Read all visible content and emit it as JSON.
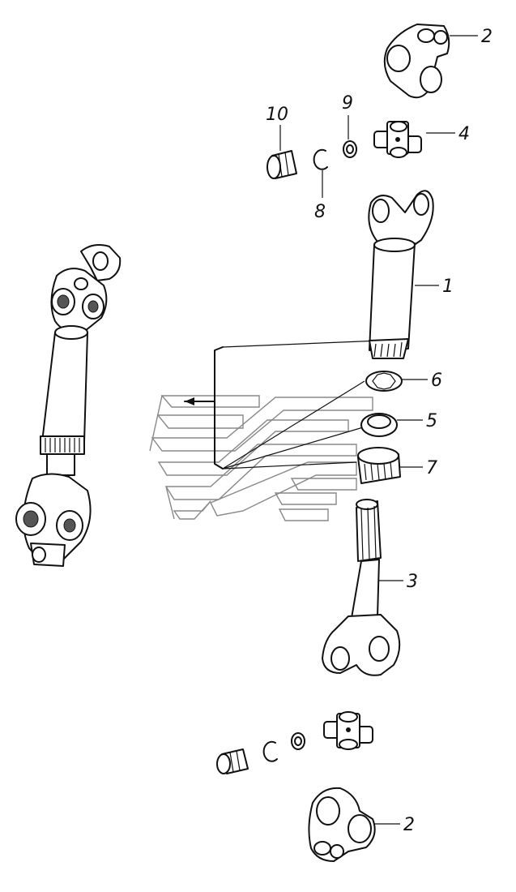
{
  "callouts": [
    {
      "id": "2a",
      "label": "2"
    },
    {
      "id": "10",
      "label": "10"
    },
    {
      "id": "9",
      "label": "9"
    },
    {
      "id": "4",
      "label": "4"
    },
    {
      "id": "8",
      "label": "8"
    },
    {
      "id": "1",
      "label": "1"
    },
    {
      "id": "6",
      "label": "6"
    },
    {
      "id": "5",
      "label": "5"
    },
    {
      "id": "7",
      "label": "7"
    },
    {
      "id": "3",
      "label": "3"
    },
    {
      "id": "2b",
      "label": "2"
    }
  ],
  "colors": {
    "line": "#111111",
    "watermark": "#888888",
    "background": "#ffffff"
  }
}
